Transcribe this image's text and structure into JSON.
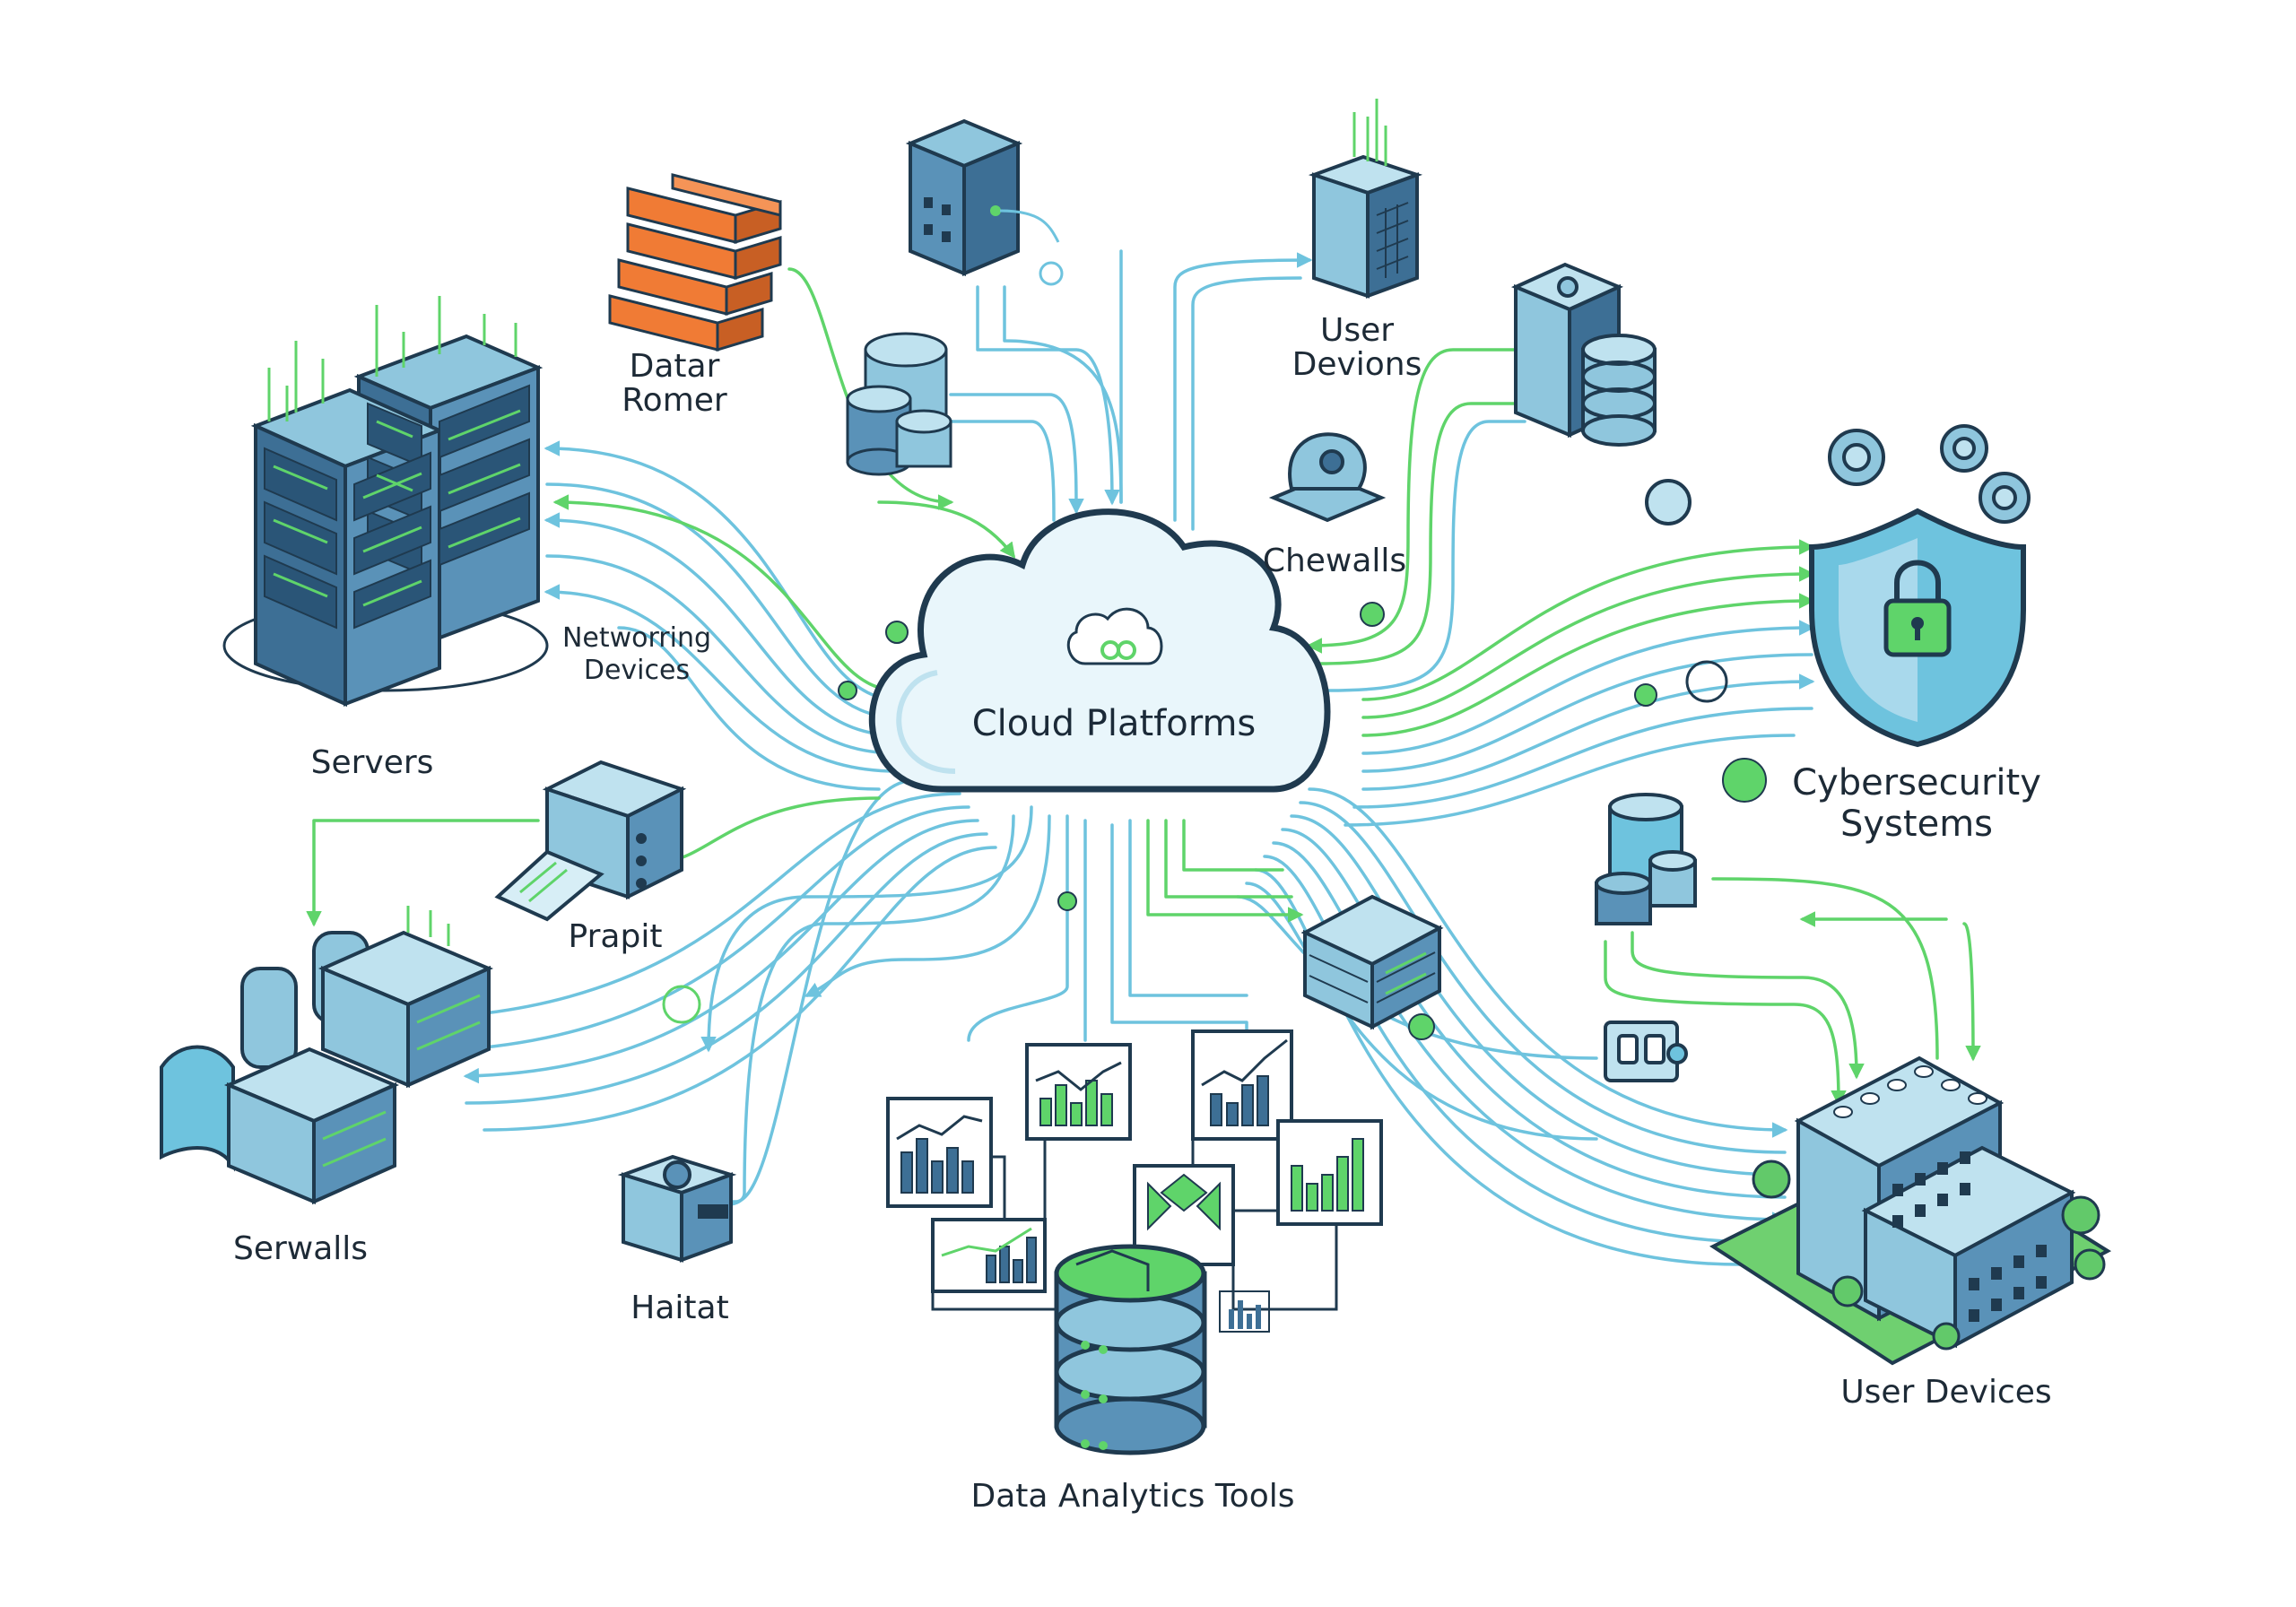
{
  "labels": {
    "cloud": "Cloud Platforms",
    "servers": "Servers",
    "networking": "Networring\nDevices",
    "datar_romer": "Datar\nRomer",
    "user_devions": "User\nDevions",
    "chewalls": "Chewalls",
    "cybersecurity": "Cybersecurity\nSystems",
    "prapit": "Prapit",
    "serwalls": "Serwalls",
    "haitat": "Haitat",
    "data_analytics": "Data Analytics Tools",
    "user_devices": "User Devices"
  },
  "colors": {
    "blue_line": "#6ec3de",
    "green_line": "#5fd46a",
    "outline": "#1f3a4f",
    "server_fill": "#3d6f95",
    "light_fill": "#bfe2ef",
    "orange": "#f07b35",
    "green_fill": "#62c96a"
  },
  "icons": [
    "server-rack-icon",
    "orange-rack-icon",
    "building-node-icon",
    "database-cluster-icon",
    "tall-device-icon",
    "database-server-icon",
    "gear-node-icon",
    "shield-lock-icon",
    "gears-icon",
    "printer-icon",
    "server-pods-icon",
    "camera-device-icon",
    "analytics-chart-icon",
    "database-stack-icon",
    "switch-box-icon",
    "storage-tanks-icon",
    "control-panel-icon",
    "office-building-icon"
  ]
}
